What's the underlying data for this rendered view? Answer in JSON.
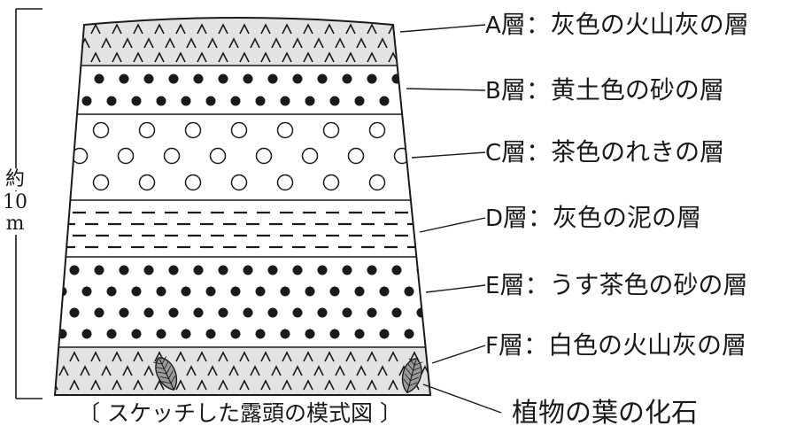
{
  "layers": [
    {
      "id": "A",
      "code": "A",
      "name": "層：灰色の火山灰の層",
      "pattern": "ash",
      "fill": "#e3e3e3"
    },
    {
      "id": "B",
      "code": "B",
      "name": "層：黄土色の砂の層",
      "pattern": "dots",
      "fill": "#ffffff"
    },
    {
      "id": "C",
      "code": "C",
      "name": "層：茶色のれきの層",
      "pattern": "circles",
      "fill": "#ffffff"
    },
    {
      "id": "D",
      "code": "D",
      "name": "層：灰色の泥の層",
      "pattern": "dashes",
      "fill": "#ffffff"
    },
    {
      "id": "E",
      "code": "E",
      "name": "層：うす茶色の砂の層",
      "pattern": "dots",
      "fill": "#ffffff"
    },
    {
      "id": "F",
      "code": "F",
      "name": "層：白色の火山灰の層",
      "pattern": "ash",
      "fill": "#e3e3e3"
    }
  ],
  "scale": {
    "line1": "約",
    "line2": "10",
    "line3": "m"
  },
  "fossil_label": "植物の葉の化石",
  "caption": "〔 スケッチした露頭の模式図 〕"
}
